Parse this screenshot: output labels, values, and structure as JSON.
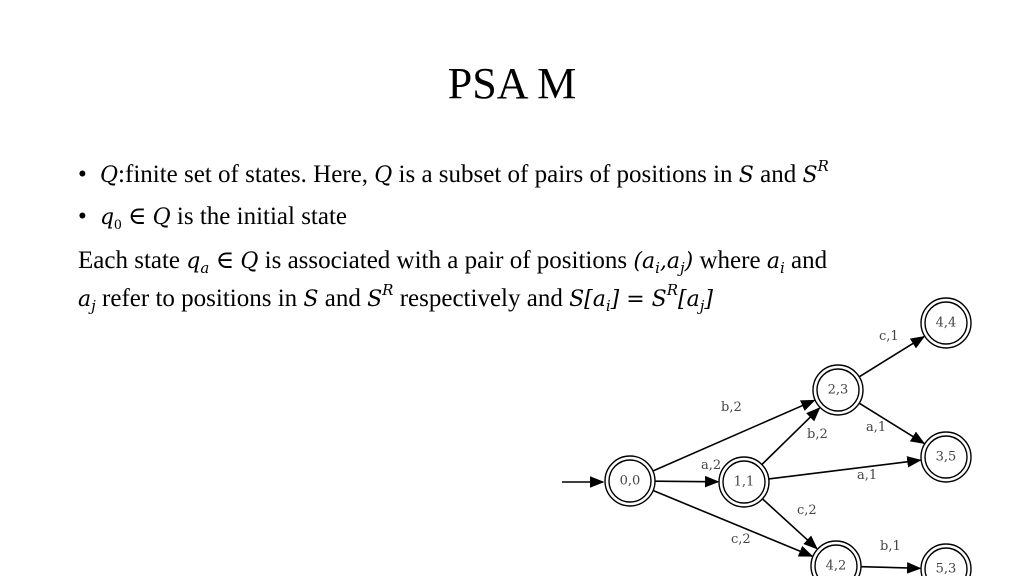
{
  "slide": {
    "title": "PSA M",
    "bullets": [
      {
        "sym": "Q",
        "text": ":finite set of states. Here, ",
        "sym2": "Q",
        "text2": " is a subset of pairs of positions in ",
        "s": "S",
        "and": " and ",
        "sr": "S",
        "sr_sup": "R"
      },
      {
        "sym": "q",
        "sym_sub": "0",
        "rel": " ∈ ",
        "sym2": "Q",
        "text": " is the initial state"
      }
    ],
    "para": {
      "p1": "Each state ",
      "qa": "q",
      "qa_sub": "a",
      "in": " ∈ ",
      "Q": "Q",
      "p2": " is associated with a pair of positions ",
      "open": "(",
      "ai": "a",
      "ai_sub": "i",
      "comma": ",",
      "aj": "a",
      "aj_sub": "j",
      "close": ")",
      "p3": " where ",
      "ai2": "a",
      "ai2_sub": "i",
      "p4": " and",
      "aj2": "a",
      "aj2_sub": "j",
      "p5": " refer to positions in ",
      "S": "S",
      "p6": " and ",
      "SR": "S",
      "SR_sup": "R",
      "p7": " respectively and ",
      "eq": "S[a",
      "eq_sub": "i",
      "eq2": "] = S",
      "eq_sup": "R",
      "eq3": "[a",
      "eq_sub2": "j",
      "eq4": "]"
    }
  },
  "diagram": {
    "nodes": [
      {
        "id": "n00",
        "label": "0,0"
      },
      {
        "id": "n11",
        "label": "1,1"
      },
      {
        "id": "n23",
        "label": "2,3"
      },
      {
        "id": "n44",
        "label": "4,4"
      },
      {
        "id": "n35",
        "label": "3,5"
      },
      {
        "id": "n42",
        "label": "4,2"
      },
      {
        "id": "n53",
        "label": "5,3"
      }
    ],
    "edges": [
      {
        "from": "n00",
        "to": "n23",
        "label": "b,2"
      },
      {
        "from": "n00",
        "to": "n11",
        "label": "a,2"
      },
      {
        "from": "n00",
        "to": "n42",
        "label": "c,2"
      },
      {
        "from": "n11",
        "to": "n23",
        "label": "b,2"
      },
      {
        "from": "n11",
        "to": "n35",
        "label": "a,1"
      },
      {
        "from": "n11",
        "to": "n42",
        "label": "c,2"
      },
      {
        "from": "n23",
        "to": "n44",
        "label": "c,1"
      },
      {
        "from": "n23",
        "to": "n35",
        "label": "a,1"
      },
      {
        "from": "n42",
        "to": "n53",
        "label": "b,1"
      }
    ]
  }
}
